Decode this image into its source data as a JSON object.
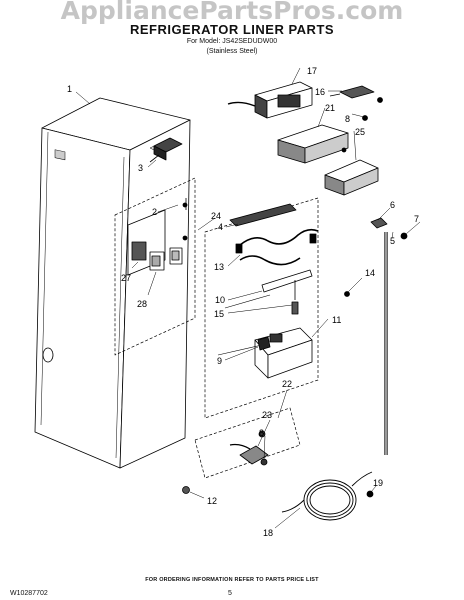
{
  "watermark": "AppliancePartsPros.com",
  "title": "REFRIGERATOR LINER PARTS",
  "model_line": "For Model: JS42SEDUDW00",
  "finish_line": "(Stainless Steel)",
  "footer_note": "FOR ORDERING INFORMATION REFER TO PARTS PRICE LIST",
  "doc_number": "W10287702",
  "page_number": "5",
  "callouts": {
    "c1": "1",
    "c2": "2",
    "c3": "3",
    "c4": "4",
    "c5": "5",
    "c6": "6",
    "c7": "7",
    "c8a": "8",
    "c8b": "8",
    "c9": "9",
    "c10": "10",
    "c11": "11",
    "c12": "12",
    "c13": "13",
    "c14": "14",
    "c15": "15",
    "c16": "16",
    "c17": "17",
    "c18": "18",
    "c19": "19",
    "c21": "21",
    "c22": "22",
    "c23": "23",
    "c24": "24",
    "c25": "25",
    "c27": "27",
    "c28": "28"
  }
}
